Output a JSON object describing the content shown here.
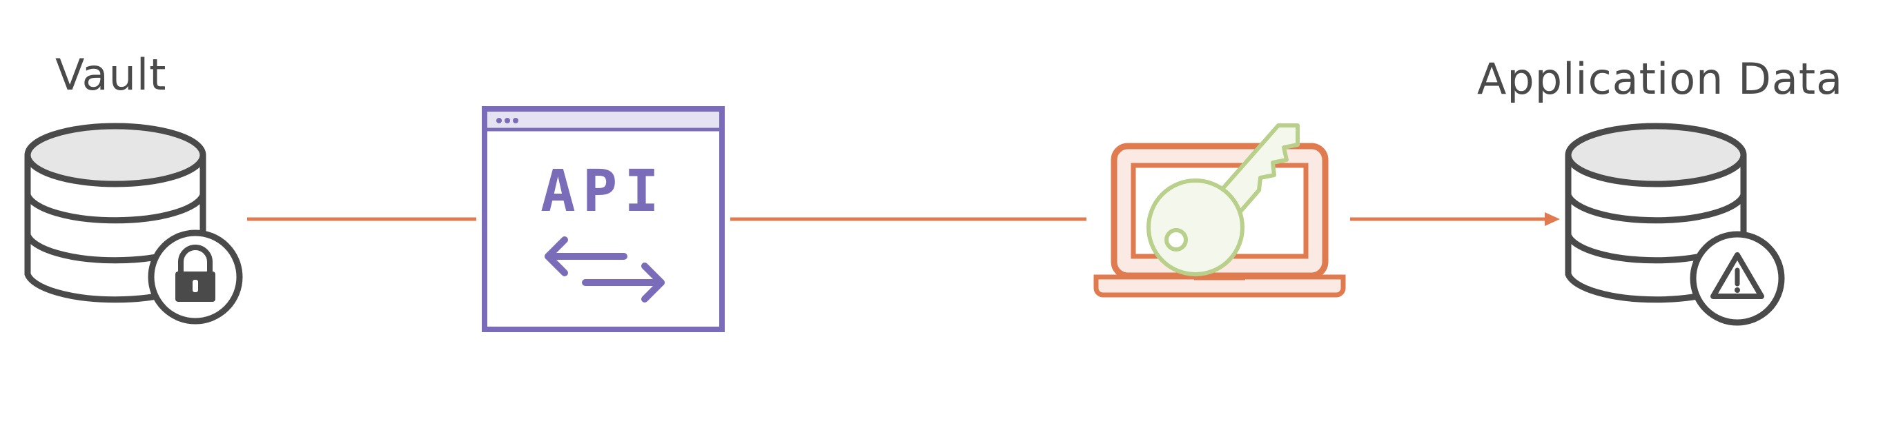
{
  "labels": {
    "vault": "Vault",
    "application_data": "Application Data",
    "api": "API"
  },
  "colors": {
    "text": "#4a4a4a",
    "connector": "#e07a4f",
    "api": "#7a6cb8",
    "laptop": "#e07a4f",
    "laptop_fill": "#fbe9e3",
    "key": "#b8d08a",
    "key_fill": "#f4f8ec",
    "database": "#4a4a4a",
    "database_top": "#e6e6e6"
  },
  "icons": {
    "vault": "database-lock-icon",
    "api": "api-window-icon",
    "client": "laptop-key-icon",
    "application_data": "database-warning-icon"
  }
}
